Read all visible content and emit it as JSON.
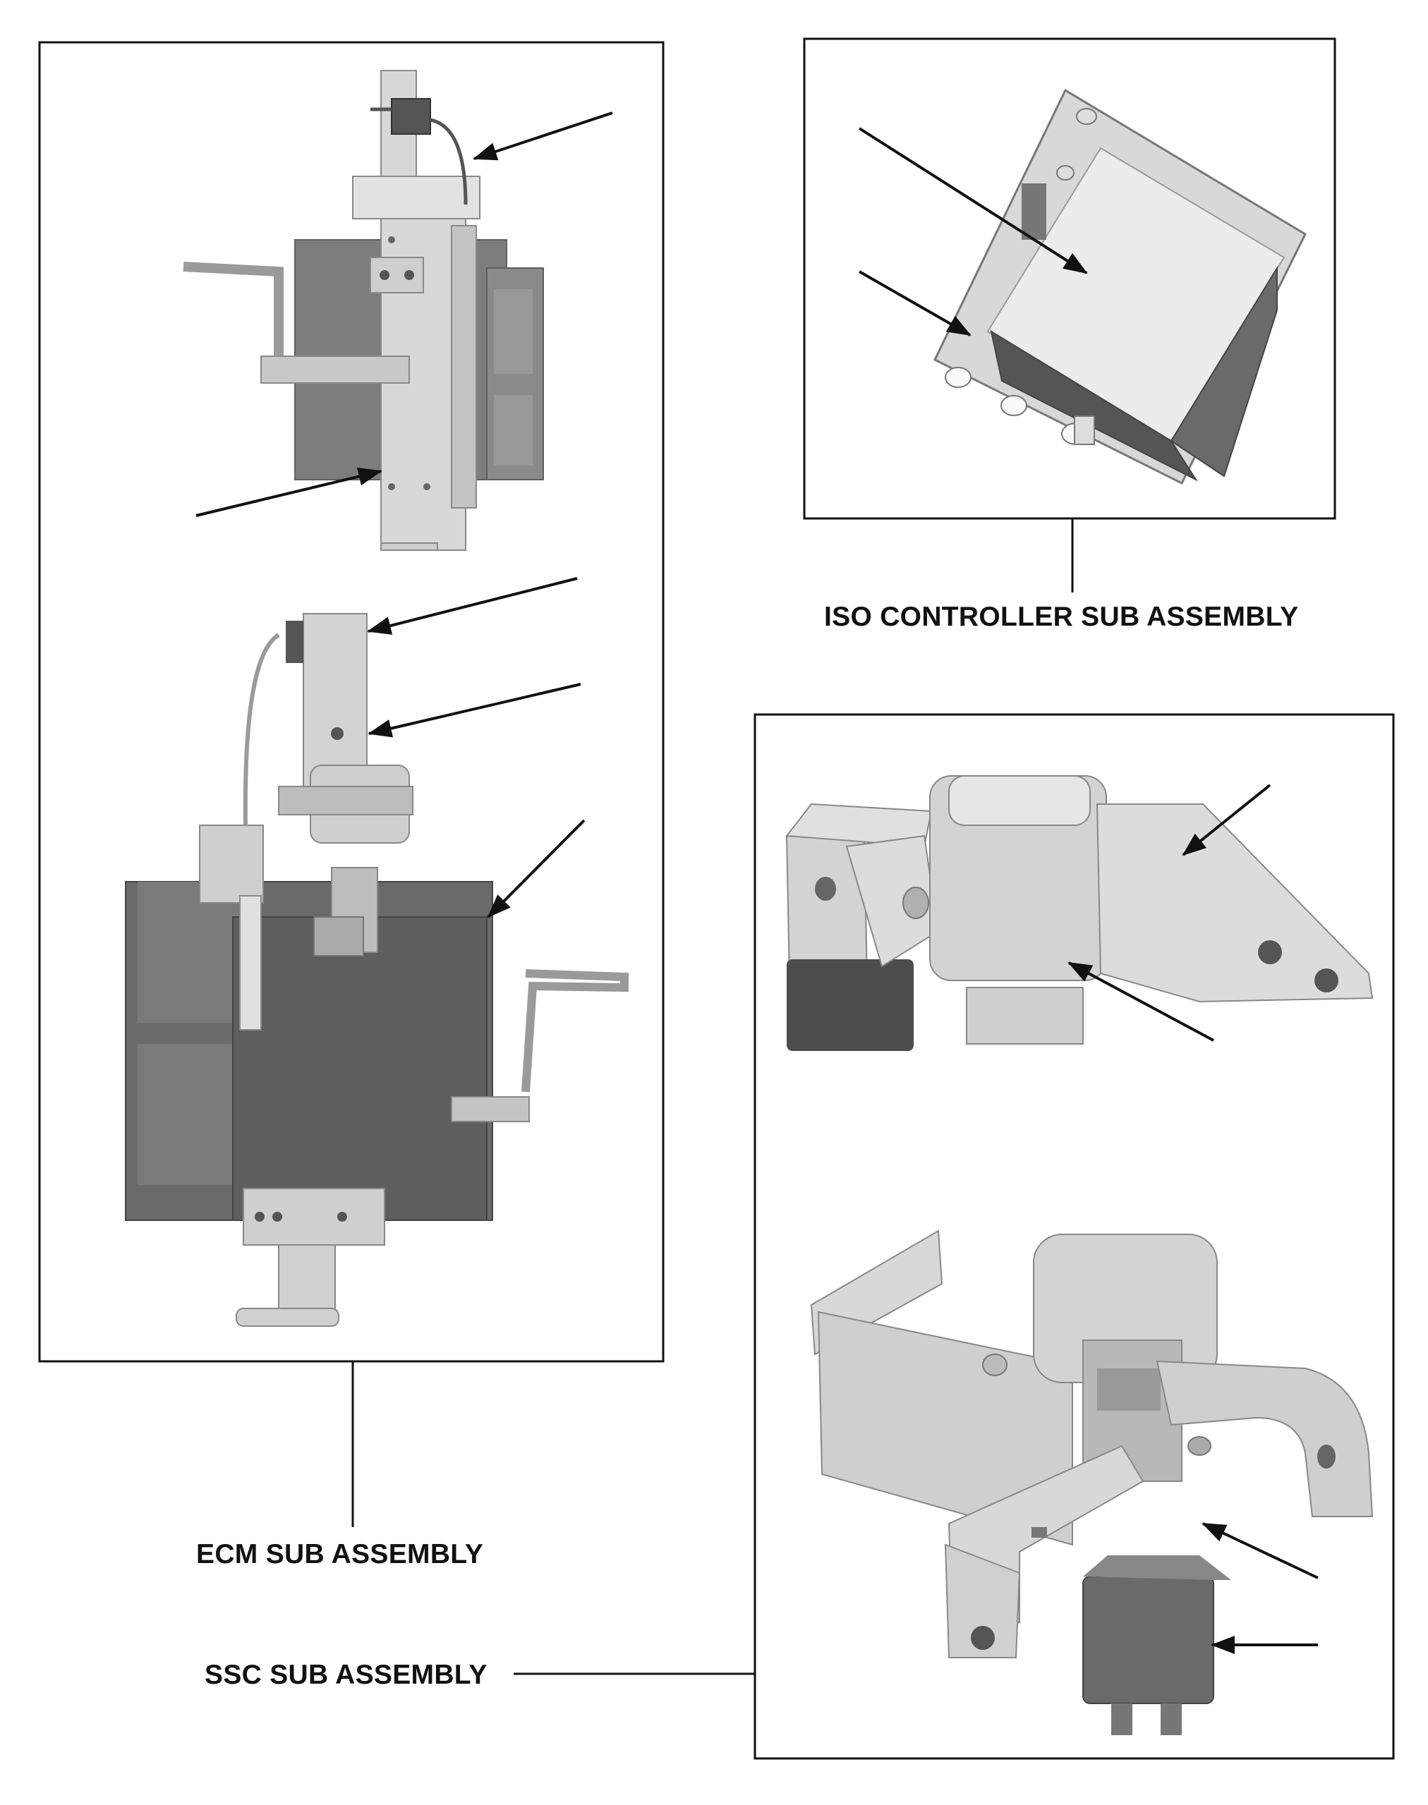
{
  "labels": {
    "ecm": "ECM SUB ASSEMBLY",
    "iso": "ISO CONTROLLER SUB ASSEMBLY",
    "ssc": "SSC SUB ASSEMBLY"
  },
  "colors": {
    "frame": "#111111",
    "part_light": "#e6e6e6",
    "part_mid": "#bdbdbd",
    "part_dark": "#7a7a7a",
    "part_darker": "#5a5a5a"
  }
}
